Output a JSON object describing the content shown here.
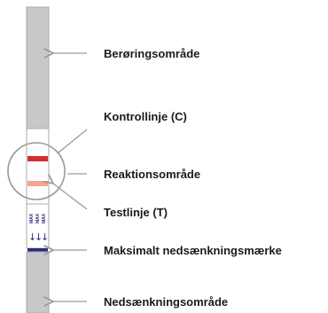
{
  "labels": {
    "touch_area": "Berøringsområde",
    "control_line": "Kontrollinje (C)",
    "reaction_area": "Reaktionsområde",
    "test_line": "Testlinje (T)",
    "max_mark": "Maksimalt nedsænkningsmærke",
    "dip_area": "Nedsænkningsområde"
  },
  "strip": {
    "max_text": "MAX",
    "arrow_glyph": "↓"
  },
  "colors": {
    "strip_gray": "#c6c8ca",
    "control_line": "#d32f2f",
    "test_line": "#f3a58e",
    "max_bar": "#2b2a7a",
    "callout": "#9a9a9a"
  }
}
